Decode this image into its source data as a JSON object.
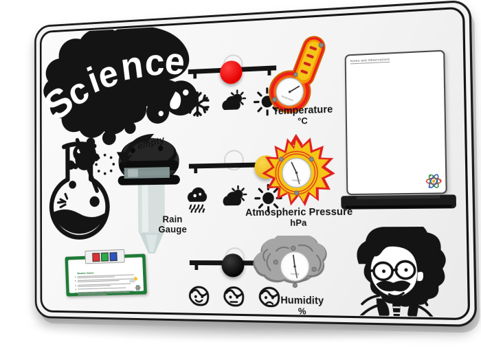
{
  "board": {
    "title": "Science",
    "background_color": "#f4f4f4",
    "frame_color": "#141414"
  },
  "logo": {
    "text": "Science",
    "icon": "science-bubble-logo"
  },
  "flask": {
    "icon": "conical-flask-icon"
  },
  "rain_gauge": {
    "label_line1": "Rain",
    "label_line2": "Gauge",
    "empty_label": "empty",
    "arrow_icon": "rotate-arrow-icon",
    "gauge_icon": "rain-gauge-icon"
  },
  "sliders": [
    {
      "name": "temperature-slider",
      "puck_color": "#e60000",
      "puck_position": "middle",
      "options": [
        {
          "icon": "snowflake-icon",
          "label": "cold"
        },
        {
          "icon": "partly-cloudy-icon",
          "label": "mild"
        },
        {
          "icon": "sun-icon",
          "label": "hot"
        }
      ]
    },
    {
      "name": "weather-slider",
      "puck_color": "#e9b415",
      "puck_position": "right",
      "options": [
        {
          "icon": "rain-cloud-icon",
          "label": "rainy"
        },
        {
          "icon": "partly-cloudy-icon",
          "label": "cloudy"
        },
        {
          "icon": "sun-icon",
          "label": "sunny"
        }
      ]
    },
    {
      "name": "mood-slider",
      "puck_color": "#0a0a0a",
      "puck_position": "middle",
      "options": [
        {
          "icon": "happy-face-icon",
          "label": "happy"
        },
        {
          "icon": "neutral-face-icon",
          "label": "ok"
        },
        {
          "icon": "sad-face-icon",
          "label": "sad"
        }
      ]
    }
  ],
  "instruments": [
    {
      "name": "thermometer",
      "label": "Temperature",
      "unit": "°C",
      "shape": "thermometer-icon",
      "body_color": "#ee1c1c",
      "accent_color": "#f5c518",
      "dial_value": "",
      "needle_angle": -35
    },
    {
      "name": "barometer",
      "label": "Atmospheric Pressure",
      "unit": "hPa",
      "shape": "sun-burst-icon",
      "body_color": "#f5c518",
      "accent_color": "#e02020",
      "dial_value": "",
      "needle_angle": 28
    },
    {
      "name": "hygrometer",
      "label": "Humidity",
      "unit": "%",
      "shape": "cloud-icon",
      "body_color": "#9a9a9a",
      "accent_color": "#6d6d6d",
      "dial_value": "",
      "needle_angle": 6
    }
  ],
  "whiteboard": {
    "title": "Notes and Observations",
    "atom_icon": "atom-icon",
    "tray_icon": "pen-tray-icon"
  },
  "instruction_sign": {
    "heading": "Weather Station",
    "color": "#1f7a36",
    "items": [
      {
        "number": "1",
        "text": ""
      },
      {
        "number": "2",
        "text": ""
      },
      {
        "number": "3",
        "text": ""
      },
      {
        "number": "4",
        "text": ""
      },
      {
        "number": "5",
        "text": ""
      }
    ],
    "sun_icon": "sun-cloud-icon",
    "atom_icon": "atom-icon"
  },
  "mascot": {
    "name": "einstein-mascot",
    "icon": "scientist-face-icon"
  }
}
